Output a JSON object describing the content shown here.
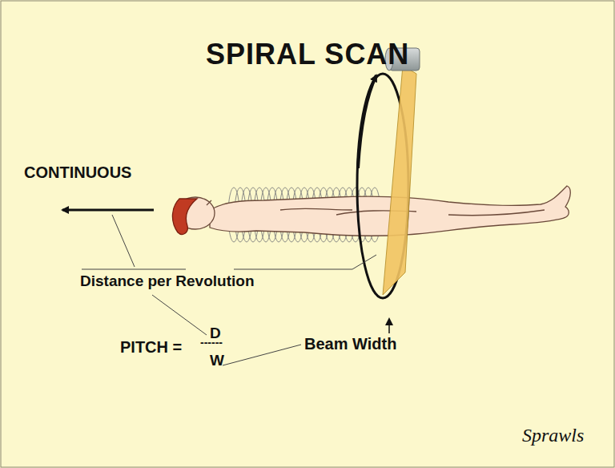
{
  "diagram": {
    "title": "SPIRAL SCAN",
    "labels": [
      "CONTINUOUS",
      "Distance per Revolution",
      "PITCH =",
      "D",
      "------",
      "W",
      "Beam Width",
      "Sprawls"
    ]
  }
}
